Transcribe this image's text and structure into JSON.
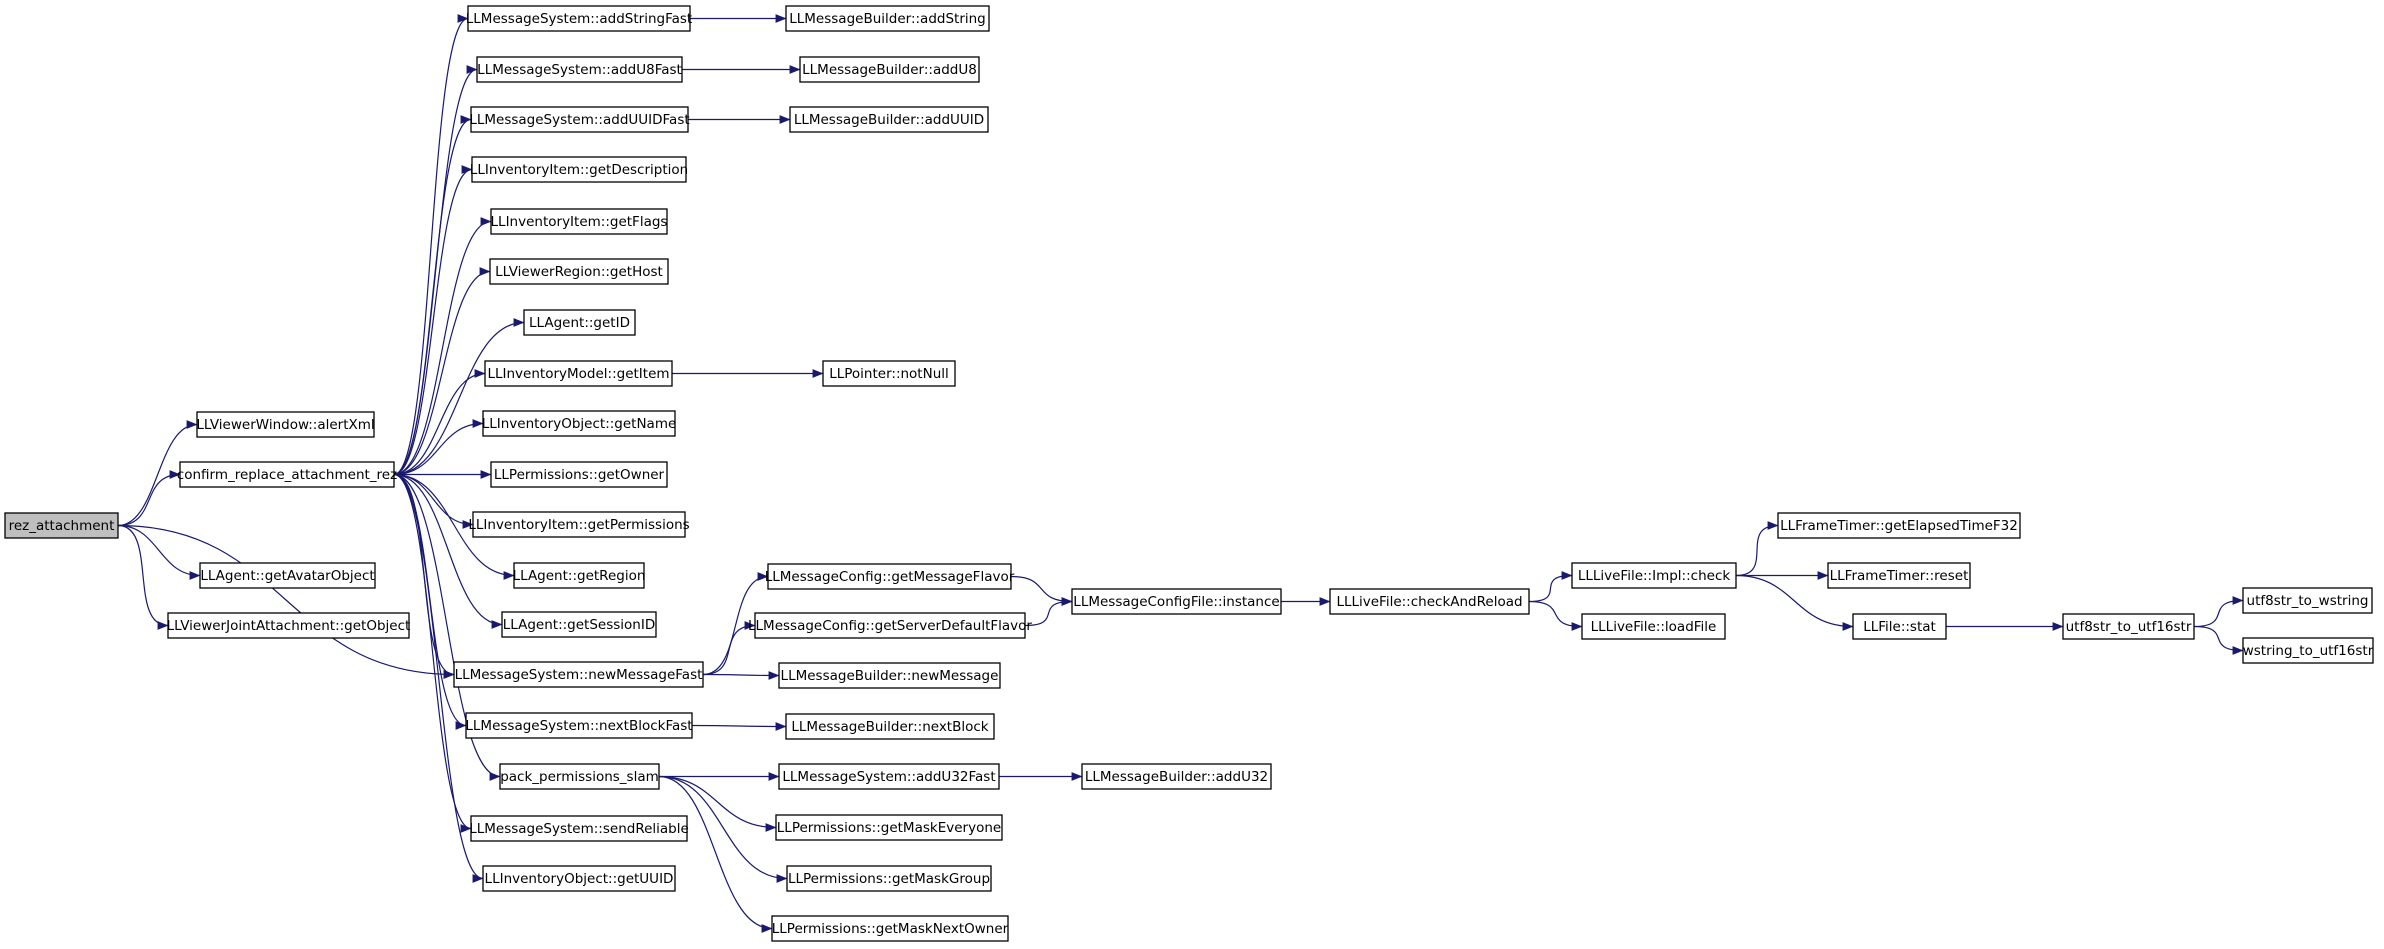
{
  "graph": {
    "nodes": [
      {
        "id": "rez_attachment",
        "label": "rez_attachment",
        "root": true
      },
      {
        "id": "alertXml",
        "label": "LLViewerWindow::alertXml"
      },
      {
        "id": "confirm",
        "label": "confirm_replace_attachment_rez"
      },
      {
        "id": "getAvatarObject",
        "label": "LLAgent::getAvatarObject"
      },
      {
        "id": "getObject",
        "label": "LLViewerJointAttachment::getObject"
      },
      {
        "id": "addStringFast",
        "label": "LLMessageSystem::addStringFast"
      },
      {
        "id": "addU8Fast",
        "label": "LLMessageSystem::addU8Fast"
      },
      {
        "id": "addUUIDFast",
        "label": "LLMessageSystem::addUUIDFast"
      },
      {
        "id": "getDescription",
        "label": "LLInventoryItem::getDescription"
      },
      {
        "id": "getFlags",
        "label": "LLInventoryItem::getFlags"
      },
      {
        "id": "getHost",
        "label": "LLViewerRegion::getHost"
      },
      {
        "id": "getID",
        "label": "LLAgent::getID"
      },
      {
        "id": "getItem",
        "label": "LLInventoryModel::getItem"
      },
      {
        "id": "getName",
        "label": "LLInventoryObject::getName"
      },
      {
        "id": "getOwner",
        "label": "LLPermissions::getOwner"
      },
      {
        "id": "getPermissions",
        "label": "LLInventoryItem::getPermissions"
      },
      {
        "id": "getRegion",
        "label": "LLAgent::getRegion"
      },
      {
        "id": "getSessionID",
        "label": "LLAgent::getSessionID"
      },
      {
        "id": "newMessageFast",
        "label": "LLMessageSystem::newMessageFast"
      },
      {
        "id": "nextBlockFast",
        "label": "LLMessageSystem::nextBlockFast"
      },
      {
        "id": "packPerm",
        "label": "pack_permissions_slam"
      },
      {
        "id": "sendReliable",
        "label": "LLMessageSystem::sendReliable"
      },
      {
        "id": "getUUID",
        "label": "LLInventoryObject::getUUID"
      },
      {
        "id": "mbAddString",
        "label": "LLMessageBuilder::addString"
      },
      {
        "id": "mbAddU8",
        "label": "LLMessageBuilder::addU8"
      },
      {
        "id": "mbAddUUID",
        "label": "LLMessageBuilder::addUUID"
      },
      {
        "id": "notNull",
        "label": "LLPointer::notNull"
      },
      {
        "id": "getMessageFlavor",
        "label": "LLMessageConfig::getMessageFlavor"
      },
      {
        "id": "getServerDefaultFlavor",
        "label": "LLMessageConfig::getServerDefaultFlavor"
      },
      {
        "id": "mbNewMessage",
        "label": "LLMessageBuilder::newMessage"
      },
      {
        "id": "mbNextBlock",
        "label": "LLMessageBuilder::nextBlock"
      },
      {
        "id": "addU32Fast",
        "label": "LLMessageSystem::addU32Fast"
      },
      {
        "id": "getMaskEveryone",
        "label": "LLPermissions::getMaskEveryone"
      },
      {
        "id": "getMaskGroup",
        "label": "LLPermissions::getMaskGroup"
      },
      {
        "id": "getMaskNextOwner",
        "label": "LLPermissions::getMaskNextOwner"
      },
      {
        "id": "instance",
        "label": "LLMessageConfigFile::instance"
      },
      {
        "id": "mbAddU32",
        "label": "LLMessageBuilder::addU32"
      },
      {
        "id": "checkAndReload",
        "label": "LLLiveFile::checkAndReload"
      },
      {
        "id": "implCheck",
        "label": "LLLiveFile::Impl::check"
      },
      {
        "id": "loadFile",
        "label": "LLLiveFile::loadFile"
      },
      {
        "id": "getElapsed",
        "label": "LLFrameTimer::getElapsedTimeF32"
      },
      {
        "id": "ftReset",
        "label": "LLFrameTimer::reset"
      },
      {
        "id": "fileStat",
        "label": "LLFile::stat"
      },
      {
        "id": "utf8to16",
        "label": "utf8str_to_utf16str"
      },
      {
        "id": "utf8toW",
        "label": "utf8str_to_wstring"
      },
      {
        "id": "wstrTo16",
        "label": "wstring_to_utf16str"
      }
    ],
    "edges": [
      [
        "rez_attachment",
        "alertXml"
      ],
      [
        "rez_attachment",
        "confirm"
      ],
      [
        "rez_attachment",
        "getAvatarObject"
      ],
      [
        "rez_attachment",
        "getObject"
      ],
      [
        "rez_attachment",
        "newMessageFast"
      ],
      [
        "confirm",
        "addStringFast"
      ],
      [
        "confirm",
        "addU8Fast"
      ],
      [
        "confirm",
        "addUUIDFast"
      ],
      [
        "confirm",
        "getDescription"
      ],
      [
        "confirm",
        "getFlags"
      ],
      [
        "confirm",
        "getHost"
      ],
      [
        "confirm",
        "getID"
      ],
      [
        "confirm",
        "getItem"
      ],
      [
        "confirm",
        "getName"
      ],
      [
        "confirm",
        "getOwner"
      ],
      [
        "confirm",
        "getPermissions"
      ],
      [
        "confirm",
        "getRegion"
      ],
      [
        "confirm",
        "getSessionID"
      ],
      [
        "confirm",
        "newMessageFast"
      ],
      [
        "confirm",
        "nextBlockFast"
      ],
      [
        "confirm",
        "packPerm"
      ],
      [
        "confirm",
        "sendReliable"
      ],
      [
        "confirm",
        "getUUID"
      ],
      [
        "addStringFast",
        "mbAddString"
      ],
      [
        "addU8Fast",
        "mbAddU8"
      ],
      [
        "addUUIDFast",
        "mbAddUUID"
      ],
      [
        "getItem",
        "notNull"
      ],
      [
        "newMessageFast",
        "getMessageFlavor"
      ],
      [
        "newMessageFast",
        "getServerDefaultFlavor"
      ],
      [
        "newMessageFast",
        "mbNewMessage"
      ],
      [
        "nextBlockFast",
        "mbNextBlock"
      ],
      [
        "packPerm",
        "addU32Fast"
      ],
      [
        "packPerm",
        "getMaskEveryone"
      ],
      [
        "packPerm",
        "getMaskGroup"
      ],
      [
        "packPerm",
        "getMaskNextOwner"
      ],
      [
        "getMessageFlavor",
        "instance"
      ],
      [
        "getServerDefaultFlavor",
        "instance"
      ],
      [
        "addU32Fast",
        "mbAddU32"
      ],
      [
        "instance",
        "checkAndReload"
      ],
      [
        "checkAndReload",
        "implCheck"
      ],
      [
        "checkAndReload",
        "loadFile"
      ],
      [
        "implCheck",
        "getElapsed"
      ],
      [
        "implCheck",
        "ftReset"
      ],
      [
        "implCheck",
        "fileStat"
      ],
      [
        "fileStat",
        "utf8to16"
      ],
      [
        "utf8to16",
        "utf8toW"
      ],
      [
        "utf8to16",
        "wstrTo16"
      ]
    ]
  }
}
